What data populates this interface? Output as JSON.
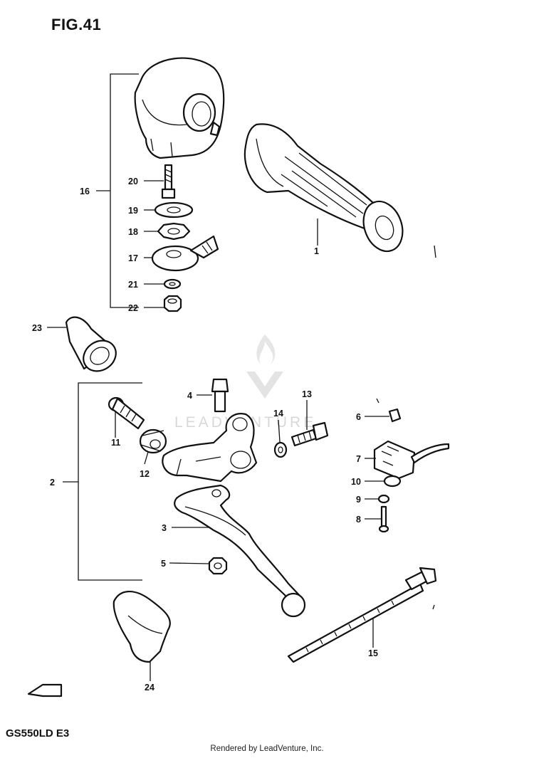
{
  "figure": {
    "title": "FIG.41",
    "model": "GS550LD E3"
  },
  "footer": {
    "rendered_by": "Rendered by LeadVenture, Inc."
  },
  "watermark": {
    "text": "LEADVENTURE"
  },
  "direction_arrow": {
    "label": "FWD"
  },
  "callouts": [
    "1",
    "2",
    "3",
    "4",
    "5",
    "6",
    "7",
    "8",
    "9",
    "10",
    "11",
    "12",
    "13",
    "14",
    "15",
    "16",
    "17",
    "18",
    "19",
    "20",
    "21",
    "22",
    "23",
    "24"
  ],
  "colors": {
    "ink": "#111111",
    "watermark": "#d8d8d8",
    "background": "#ffffff"
  }
}
